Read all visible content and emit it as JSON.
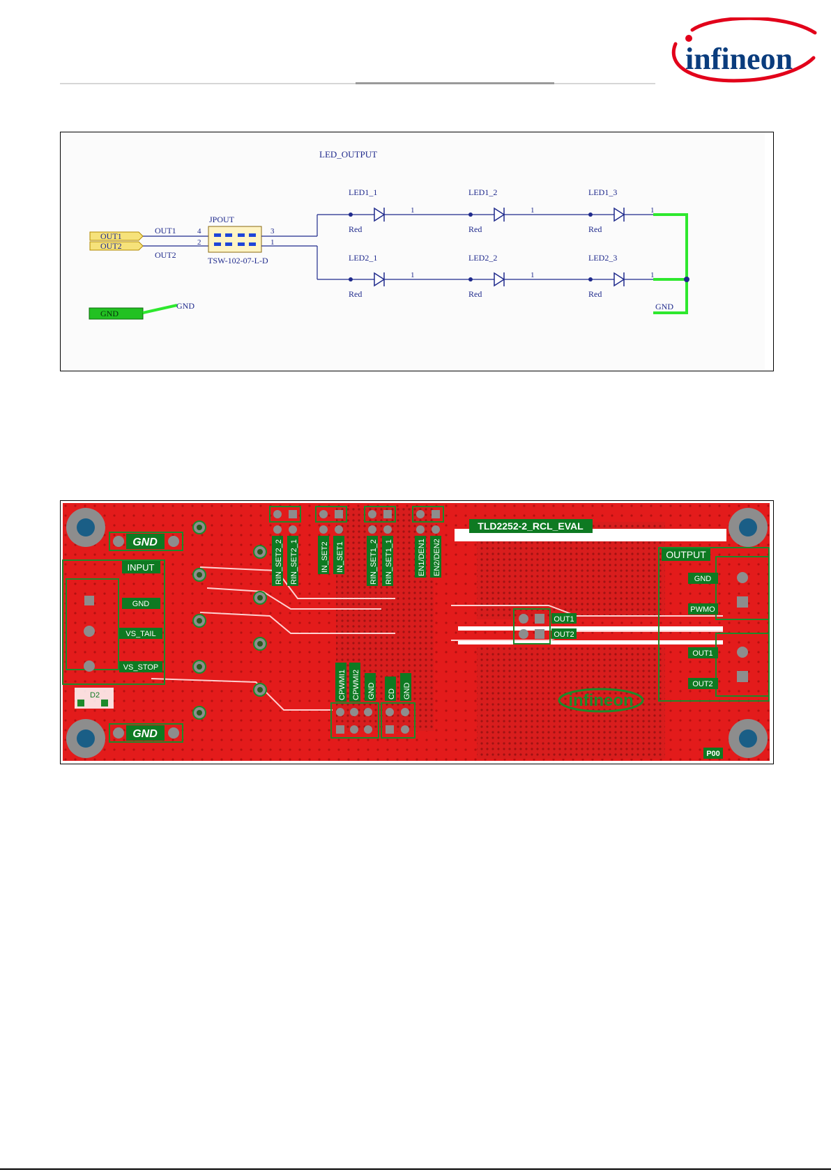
{
  "header": {
    "logo_text": "infineon"
  },
  "schematic": {
    "title": "LED_OUTPUT",
    "ports": [
      {
        "label": "OUT1",
        "net": "OUT1",
        "pin": "4"
      },
      {
        "label": "OUT2",
        "net": "OUT2",
        "pin": "2"
      }
    ],
    "gnd_port": {
      "label": "GND",
      "net": "GND"
    },
    "connector": {
      "ref": "JPOUT",
      "part": "TSW-102-07-L-D",
      "pin_right_top": "3",
      "pin_right_bottom": "1"
    },
    "leds": [
      {
        "ref": "LED1_1",
        "value": "Red",
        "pin": "1"
      },
      {
        "ref": "LED1_2",
        "value": "Red",
        "pin": "1"
      },
      {
        "ref": "LED1_3",
        "value": "Red",
        "pin": "1"
      },
      {
        "ref": "LED2_1",
        "value": "Red",
        "pin": "1"
      },
      {
        "ref": "LED2_2",
        "value": "Red",
        "pin": "1"
      },
      {
        "ref": "LED2_3",
        "value": "Red",
        "pin": "1"
      }
    ],
    "gnd_right": "GND",
    "colors": {
      "wire": "#1f2a8c",
      "port_fill": "#f6e27a",
      "gnd_fill": "#22c122",
      "green_wire": "#2ee82e"
    }
  },
  "pcb": {
    "board_name": "TLD2252-2_RCL_EVAL",
    "gnd_top": "GND",
    "gnd_bottom": "GND",
    "input_label": "INPUT",
    "input_pins": [
      "GND",
      "VS_TAIL",
      "VS_STOP"
    ],
    "output_label": "OUTPUT",
    "output_pins": [
      "GND",
      "PWMO",
      "OUT1",
      "OUT2"
    ],
    "jumper_out": [
      "OUT1",
      "OUT2"
    ],
    "top_header_labels": [
      "RIN_SET2_2",
      "RIN_SET2_1",
      "IN_SET2",
      "IN_SET1",
      "RIN_SET1_2",
      "RIN_SET1_1",
      "EN1/DEN1",
      "EN2/DEN2"
    ],
    "bottom_header_labels": [
      "CPWMI1",
      "CPWMI2",
      "GND",
      "CD",
      "GND"
    ],
    "diode_ref": "D2",
    "logo_text": "infineon",
    "revision": "P00",
    "colors": {
      "copper": "#e31b1b",
      "silk": "#1d8a2a",
      "silk_text_bg": "#0e7a22",
      "hole": "#8d8d8d",
      "hole_inner": "#1a5e86"
    }
  }
}
